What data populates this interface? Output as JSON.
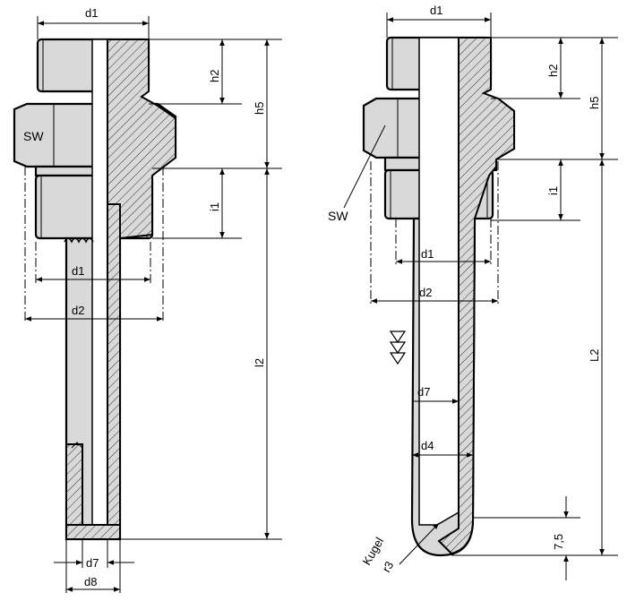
{
  "drawing": {
    "left_view": {
      "labels": {
        "d1_top": "d1",
        "h2": "h2",
        "h5": "h5",
        "sw": "SW",
        "i1": "i1",
        "d1_mid": "d1",
        "d2": "d2",
        "l2": "l2",
        "d7": "d7",
        "d8": "d8"
      }
    },
    "right_view": {
      "labels": {
        "d1_top": "d1",
        "h2": "h2",
        "h5": "h5",
        "sw": "SW",
        "i1": "i1",
        "d1_mid": "d1",
        "d2": "d2",
        "l2": "L2",
        "d7": "d7",
        "d4": "d4",
        "dim_75": "7,5",
        "kugel": "Kugel",
        "r3": "r3"
      }
    }
  }
}
